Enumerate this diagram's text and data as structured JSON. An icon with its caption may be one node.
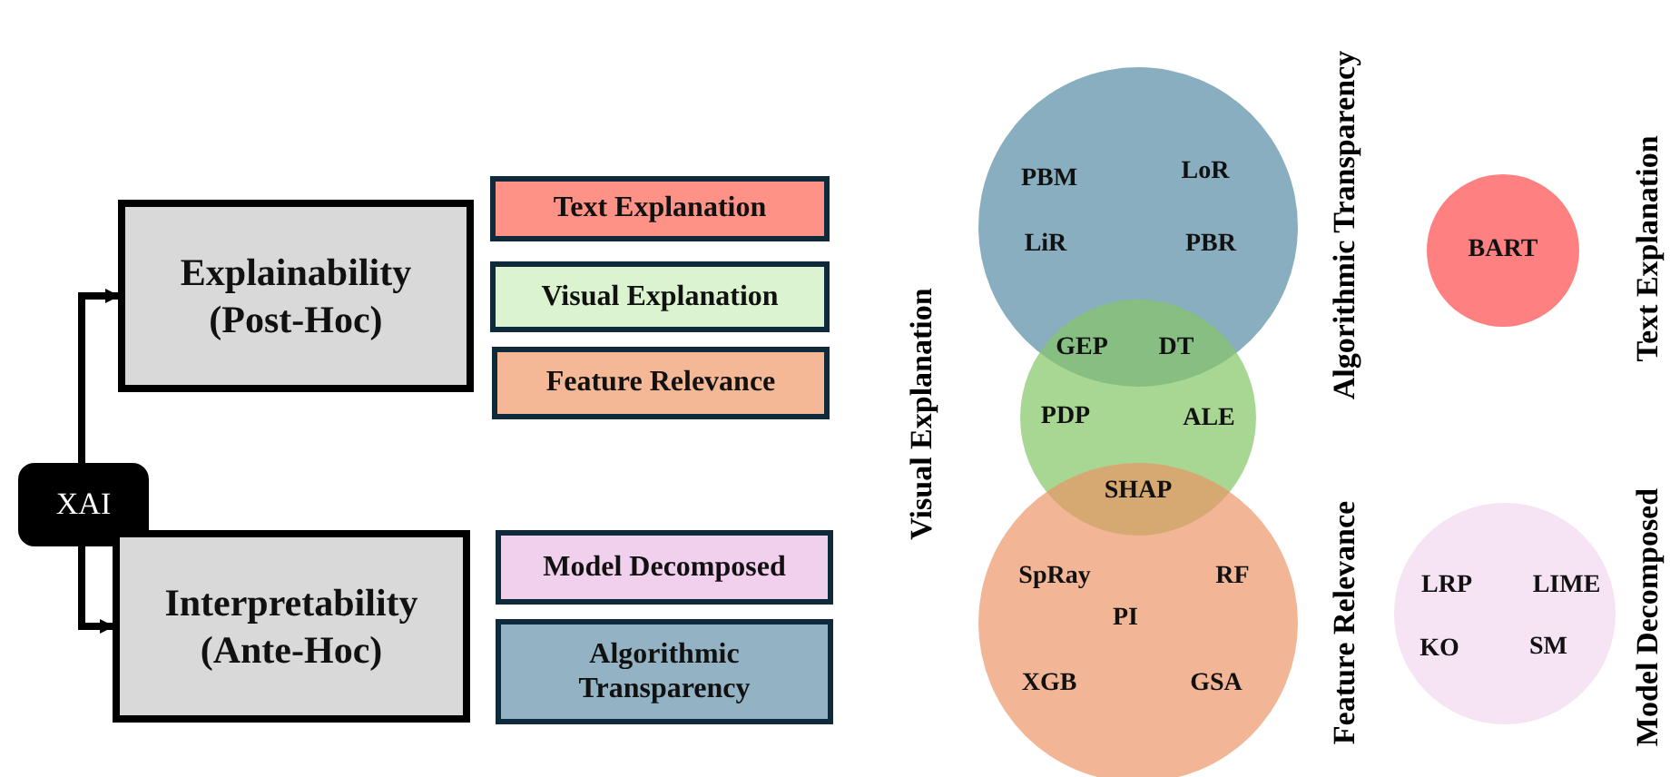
{
  "diagram": {
    "nodes": [
      {
        "text": [
          "Explainability (Post-Hoc)"
        ]
      },
      {
        "text": [
          "Text Explanation"
        ]
      },
      {
        "text": [
          "Visual Explanation"
        ]
      },
      {
        "text": [
          "Feature Relevance"
        ]
      },
      {
        "text": [
          "XAI"
        ]
      },
      {
        "text": [
          "Interpretability (Ante-Hoc)"
        ]
      },
      {
        "text": [
          "Model Decomposed"
        ]
      },
      {
        "text": [
          "Algorithmic Transparency"
        ]
      },
      {
        "text": [
          "PBM",
          "LoR",
          "LiR",
          "PBR"
        ],
        "beside": [
          "Algorithmic Transparency"
        ]
      },
      {
        "text": [
          "BART"
        ],
        "beside": [
          "Text Explanation"
        ]
      },
      {
        "text": [
          "PDP",
          "ALE"
        ]
      },
      {
        "text": [
          "SpRay",
          "RF",
          "PI",
          "XGB",
          "GSA"
        ],
        "beside": [
          "Feature Relevance"
        ]
      },
      {
        "text": [
          "LRP",
          "LIME",
          "KO",
          "SM"
        ],
        "beside": [
          "Model Decomposed"
        ]
      }
    ],
    "edges": [
      {
        "from": 4,
        "to": 0,
        "arrow": "to"
      },
      {
        "from": 4,
        "to": 5,
        "arrow": "to"
      }
    ],
    "labels": [
      "Visual Explanation",
      "GEP",
      "DT",
      "SHAP"
    ]
  }
}
